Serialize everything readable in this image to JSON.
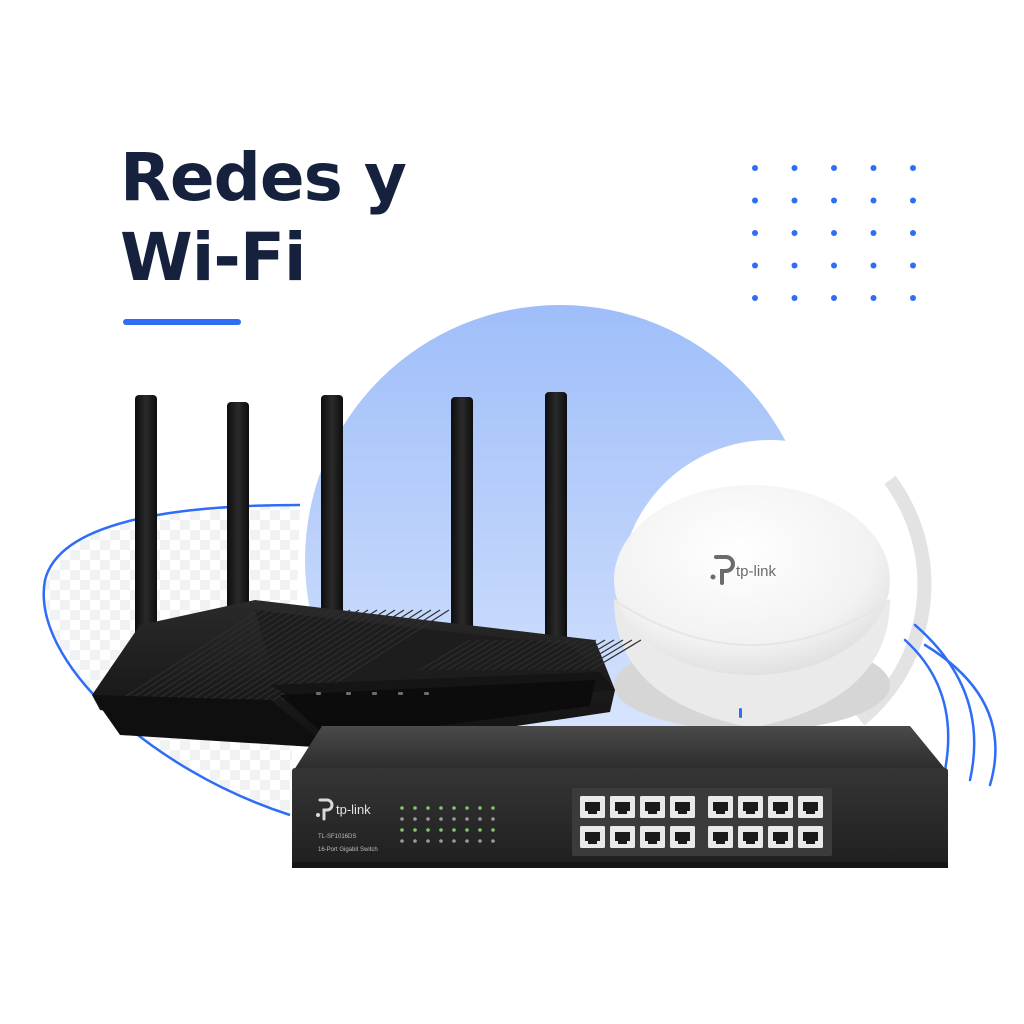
{
  "heading": {
    "line1": "Redes y",
    "line2": "Wi-Fi"
  },
  "access_point": {
    "brand": "tp-link"
  },
  "switch": {
    "brand": "tp-link",
    "model": "TL-SF1016DS",
    "description": "16-Port Gigabit Switch",
    "port_count": 16
  },
  "colors": {
    "title_text": "#16213d",
    "accent_blue": "#2f6df6",
    "circle_blue": "#a9c5fb",
    "router_body": "#161616",
    "switch_body": "#2b2b2b",
    "ap_white": "#f4f4f4"
  },
  "icons": {
    "router": "wifi-router-icon",
    "access_point": "ceiling-access-point-icon",
    "switch": "network-switch-icon",
    "decor": "dot-grid-icon"
  }
}
